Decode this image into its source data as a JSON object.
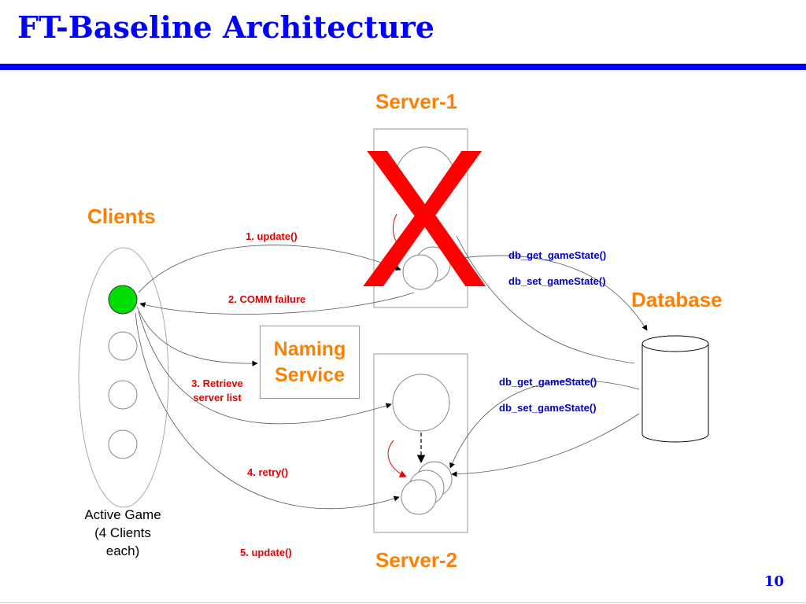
{
  "slide": {
    "title": "FT-Baseline Architecture",
    "page_number": "10"
  },
  "labels": {
    "server1": "Server-1",
    "server2": "Server-2",
    "clients": "Clients",
    "database": "Database",
    "naming_service": "Naming\nService",
    "active_game": "Active Game\n(4 Clients\neach)",
    "failure_mark": "X"
  },
  "messages": {
    "update1": "1. update()",
    "comm_failure": "2. COMM failure",
    "retrieve": "3. Retrieve\nserver list",
    "retry": "4. retry()",
    "update5": "5. update()"
  },
  "db_calls": {
    "s1_get": "db_get_gameState()",
    "s1_set": "db_set_gameState()",
    "s2_get": "db_get_gameState()",
    "s2_set": "db_set_gameState()"
  },
  "colors": {
    "title": "#0000ff",
    "headings": "#ff7f00",
    "messages": "#e60000",
    "db_calls": "#0000cc",
    "active_client": "#00dd00",
    "failure_mark": "#ff0000"
  }
}
